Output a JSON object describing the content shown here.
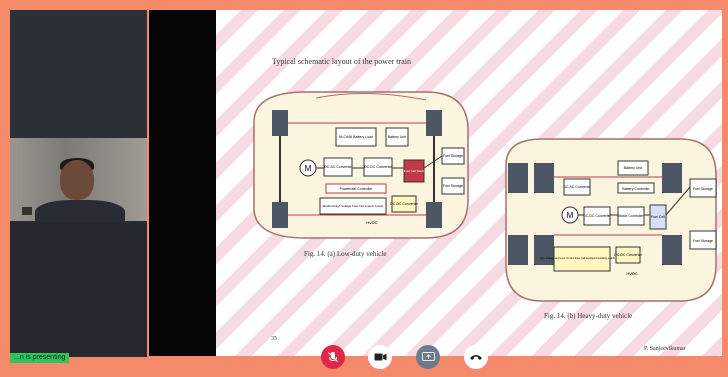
{
  "meeting": {
    "presenting_label": "...n is presenting"
  },
  "slide": {
    "title": "Typical schematic layout of the power train",
    "caption_a": "Fig. 14. (a) Low-duty vehicle",
    "caption_b": "Fig. 14. (b) Heavy-duty vehicle",
    "page_number": "35",
    "author": "P. Sanjeevikumar",
    "fig_a_labels": {
      "m": "M",
      "battery": "Ni-Cd/Ni Battery Load",
      "motor_ctrl": "DC-AC Converter",
      "dcdc": "DC-DC Converter",
      "battery_unit": "Battery Unit",
      "fc_stack": "Fuel Cell Stack",
      "fuel_storage": "Fuel Storage",
      "fuel_storage2": "Fuel Storage",
      "controller": "Powertrain Controller",
      "aux_loads": "Medium/High Voltage Fuel Cell system Loads",
      "dcdc2": "DC-DC Converter",
      "bus": "HVDC"
    },
    "fig_b_labels": {
      "m": "M",
      "battery_unit": "Battery Unit",
      "dcac": "DC-AC Converter",
      "dcdc": "DC-DC Converter",
      "motor_ctrl": "Motor Controller",
      "batt_ctrl": "Battery Controller",
      "fc": "Fuel Cell",
      "fuel_storage": "Fuel Storage",
      "fuel_storage2": "Fuel Storage",
      "aux": "High Voltage and Low Current Fuel Cell equipped Auxiliary Loads (HVAC)",
      "dcdc2": "DC-DC Converter",
      "bus": "HVDC"
    }
  },
  "toolbar": {
    "mic_icon": "mic-off-icon",
    "cam_icon": "camera-icon",
    "share_icon": "share-screen-icon",
    "hang_icon": "hangup-icon"
  },
  "colors": {
    "accent_bg": "#f58a6a",
    "mic_red": "#e0284a",
    "presenting_green": "#31c35c"
  }
}
